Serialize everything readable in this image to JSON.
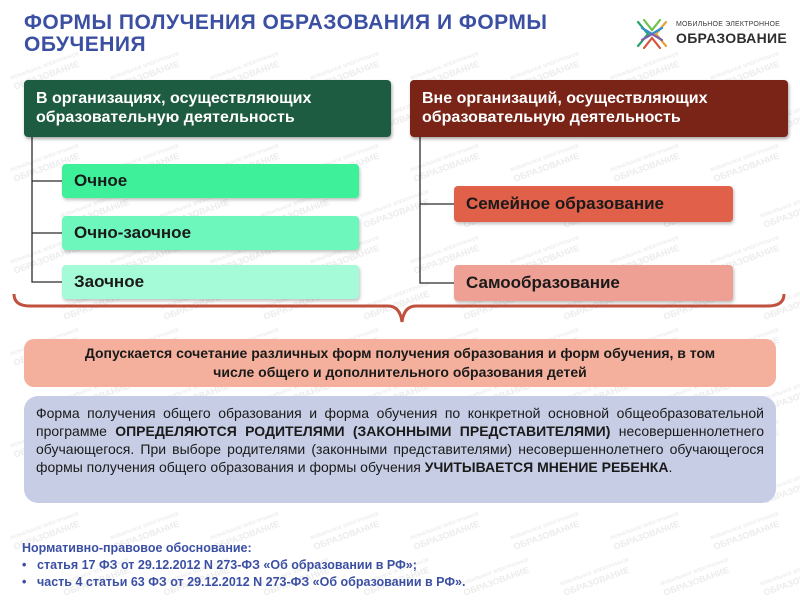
{
  "title": "ФОРМЫ ПОЛУЧЕНИЯ ОБРАЗОВАНИЯ И ФОРМЫ ОБУЧЕНИЯ",
  "logo": {
    "line1": "МОБИЛЬНОЕ ЭЛЕКТРОННОЕ",
    "line2": "ОБРАЗОВАНИЕ",
    "icon": "mesh-logo-icon"
  },
  "left": {
    "header": "В организациях, осуществляющих образовательную деятельность",
    "items": [
      "Очное",
      "Очно-заочное",
      "Заочное"
    ]
  },
  "right": {
    "header": "Вне организаций, осуществляющих образовательную деятельность",
    "items": [
      "Семейное образование",
      "Самообразование"
    ]
  },
  "combination": "Допускается сочетание различных форм получения образования и форм обучения, в том числе общего и дополнительного образования детей",
  "note": {
    "p1": "Форма получения общего образования и форма обучения по конкретной основной общеобразовательной программе ",
    "b1": "ОПРЕДЕЛЯЮТСЯ РОДИТЕЛЯМИ (ЗАКОННЫМИ ПРЕДСТАВИТЕЛЯМИ)",
    "p2": " несовершеннолетнего обучающегося. При выборе родителями (законными представителями) несовершеннолетнего обучающегося формы получения общего образования и формы обучения ",
    "b2": "УЧИТЫВАЕТСЯ МНЕНИЕ РЕБЕНКА",
    "p3": "."
  },
  "basis": {
    "title": "Нормативно-правовое обоснование:",
    "items": [
      "статья 17 ФЗ от 29.12.2012 N 273-ФЗ  «Об образовании в РФ»;",
      "часть 4 статьи 63 ФЗ от 29.12.2012 N 273-ФЗ  «Об образовании в РФ»."
    ]
  },
  "colors": {
    "title": "#3b4fa3",
    "left_header": "#1e5c41",
    "right_header": "#7a2418",
    "combination": "#f4b09c",
    "note": "#c6cde4",
    "brace": "#c0513f"
  },
  "watermark": "МОБИЛЬНОЕ ЭЛЕКТРОННОЕ ОБРАЗОВАНИЕ"
}
